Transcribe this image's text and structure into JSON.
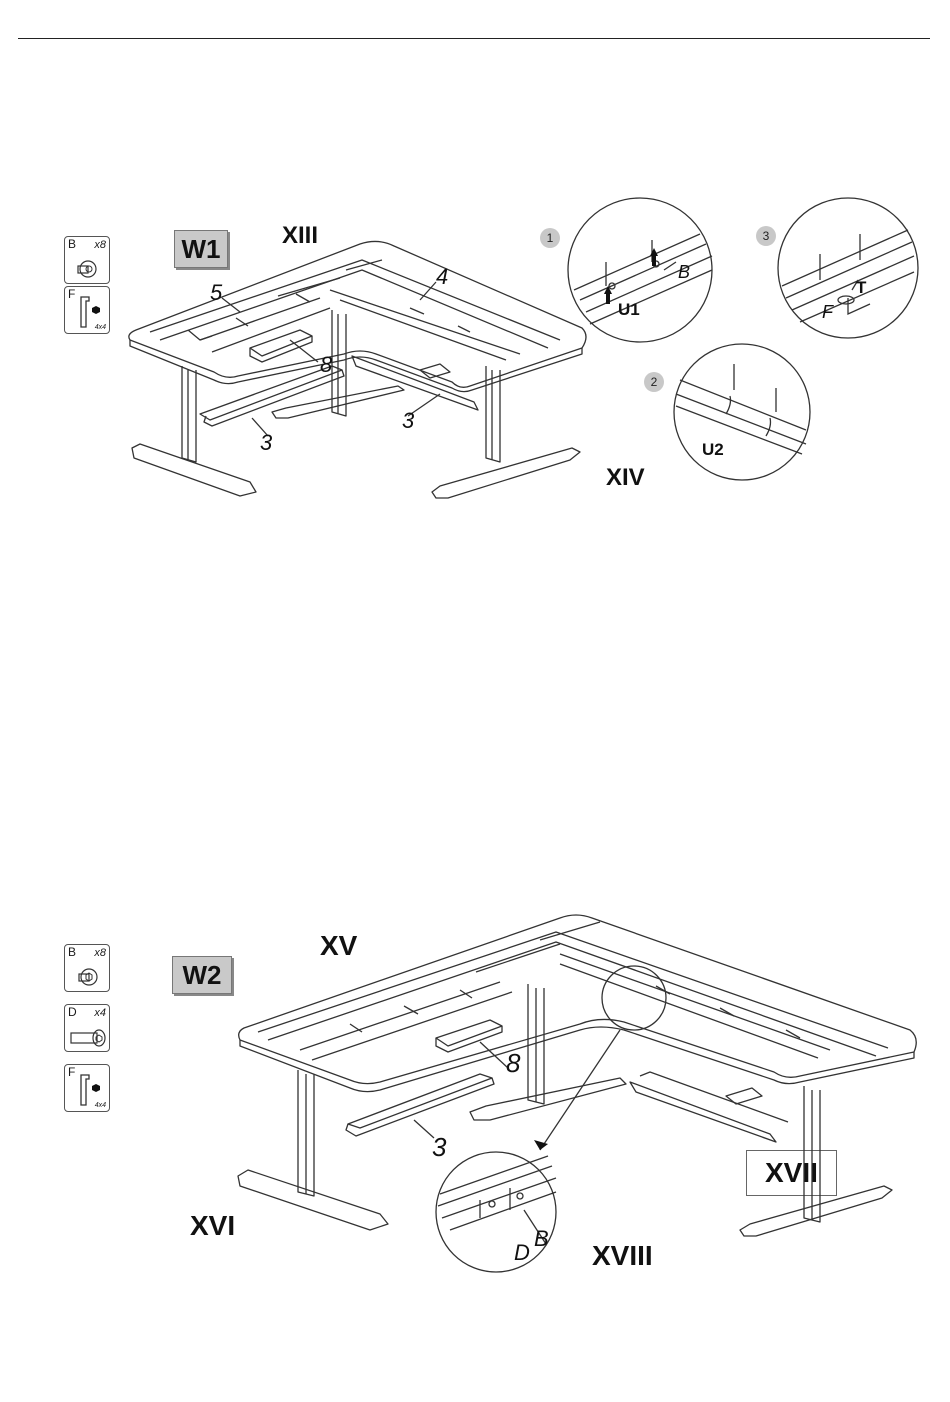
{
  "step1": {
    "badge": "W1",
    "label_main": "XIII",
    "label_detail": "XIV",
    "hardware": [
      {
        "letter": "B",
        "qty": "x8",
        "size": "",
        "icon": "bolt-icon"
      },
      {
        "letter": "F",
        "qty": "",
        "size": "4x4",
        "icon": "hex-key-icon"
      }
    ],
    "part_numbers": [
      "5",
      "4",
      "8",
      "3",
      "3"
    ],
    "details": [
      {
        "num": "1",
        "labels": [
          "U1",
          "B"
        ]
      },
      {
        "num": "2",
        "labels": [
          "U2"
        ]
      },
      {
        "num": "3",
        "labels": [
          "T",
          "F"
        ]
      }
    ]
  },
  "step2": {
    "badge": "W2",
    "label_top": "XV",
    "label_left": "XVI",
    "label_right": "XVII",
    "label_detail": "XVIII",
    "hardware": [
      {
        "letter": "B",
        "qty": "x8",
        "size": "",
        "icon": "bolt-icon"
      },
      {
        "letter": "D",
        "qty": "x4",
        "size": "",
        "icon": "long-bolt-icon"
      },
      {
        "letter": "F",
        "qty": "",
        "size": "4x4",
        "icon": "hex-key-icon"
      }
    ],
    "part_numbers": [
      "8",
      "3"
    ],
    "detail_labels": [
      "B",
      "D"
    ]
  }
}
